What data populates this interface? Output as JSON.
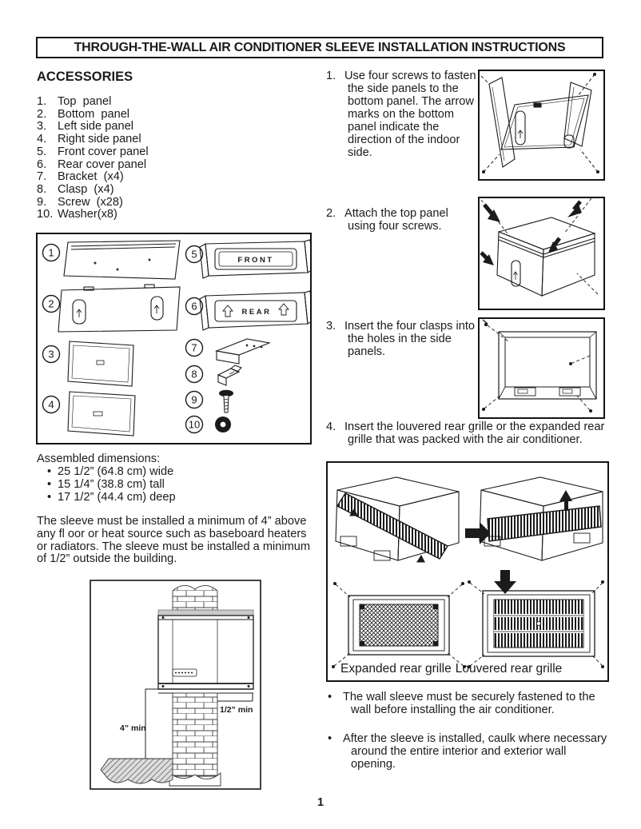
{
  "title": "THROUGH-THE-WALL AIR CONDITIONER SLEEVE INSTALLATION INSTRUCTIONS",
  "colors": {
    "ink": "#1b1b1b",
    "page_bg": "#ffffff",
    "lintel_gray": "#c9c9c9"
  },
  "accessories": {
    "heading": "ACCESSORIES",
    "items": [
      {
        "num": "1.",
        "label": "Top  panel"
      },
      {
        "num": "2.",
        "label": "Bottom  panel"
      },
      {
        "num": "3.",
        "label": "Left side panel"
      },
      {
        "num": "4.",
        "label": "Right side panel"
      },
      {
        "num": "5.",
        "label": "Front cover panel"
      },
      {
        "num": "6.",
        "label": "Rear cover panel"
      },
      {
        "num": "7.",
        "label": "Bracket  (x4)"
      },
      {
        "num": "8.",
        "label": "Clasp  (x4)"
      },
      {
        "num": "9.",
        "label": "Screw  (x28)"
      },
      {
        "num": "10.",
        "label": "Washer(x8)"
      }
    ]
  },
  "parts_box": {
    "numbers": [
      "1",
      "2",
      "3",
      "4",
      "5",
      "6",
      "7",
      "8",
      "9",
      "10"
    ],
    "front_label": "FRONT",
    "rear_label": "REAR"
  },
  "dimensions": {
    "heading": "Assembled dimensions:",
    "bullet": "•",
    "items": [
      "25 1/2” (64.8 cm) wide",
      "15 1/4” (38.8 cm) tall",
      "17 1/2” (44.4 cm) deep"
    ]
  },
  "install_note": "The sleeve must be installed a minimum of 4” above any fl oor or heat source such as baseboard heaters or radiators. The sleeve must be installed a minimum of 1/2” outside the building.",
  "wall_diagram": {
    "min_above_floor": "4” min",
    "min_outside": "1/2” min"
  },
  "steps": [
    {
      "num": "1.",
      "text": "Use four screws to fasten the side panels to the bottom panel. The arrow marks on the bottom panel indicate the direction of the indoor side."
    },
    {
      "num": "2.",
      "text": "Attach the top panel using four screws."
    },
    {
      "num": "3.",
      "text": "Insert the four clasps into the holes in the side panels."
    },
    {
      "num": "4.",
      "text": "Insert the louvered rear grille or the expanded rear grille that was packed with the air conditioner."
    }
  ],
  "grille_labels": {
    "expanded": "Expanded rear grille",
    "louvered": "Louvered rear grille"
  },
  "notes": {
    "bullet": "•",
    "items": [
      "The wall sleeve must be securely fastened to the wall before installing the air conditioner.",
      "After the sleeve is installed, caulk where necessary around the entire interior and exterior wall opening."
    ]
  },
  "page_number": "1"
}
